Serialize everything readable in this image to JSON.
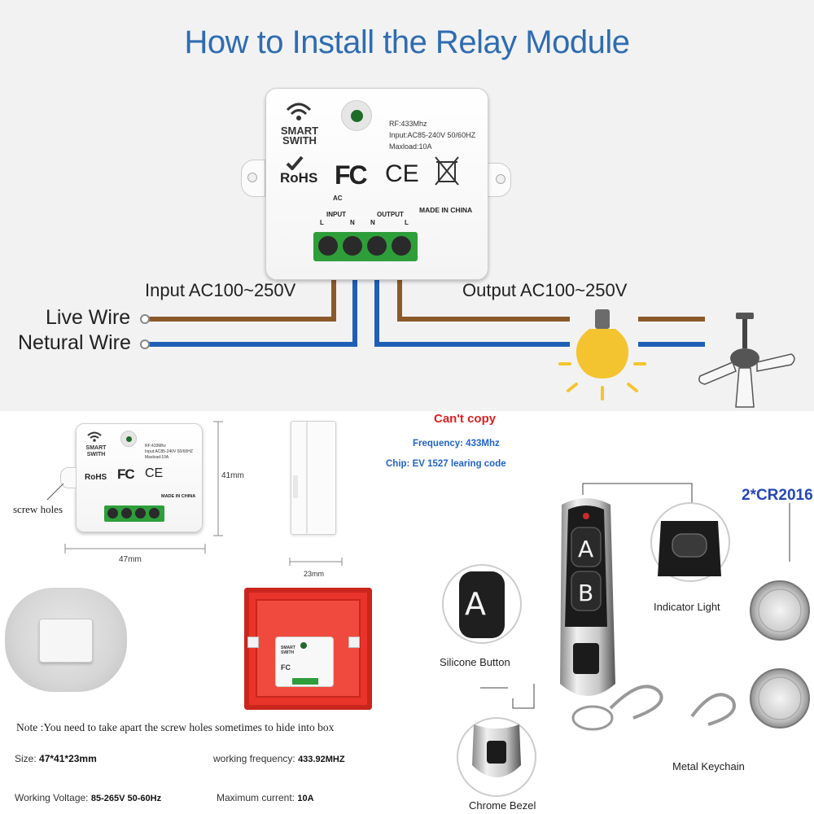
{
  "install": {
    "title": "How to Install the Relay Module",
    "input_label": "Input AC100~250V",
    "output_label": "Output AC100~250V",
    "live_wire": "Live Wire",
    "neutral_wire": "Netural Wire"
  },
  "module": {
    "brand_line1": "SMART",
    "brand_line2": "SWITH",
    "rf": "RF:433Mhz",
    "input_spec": "Input:AC85-240V 50/60HZ",
    "maxload": "Maxload:10A",
    "rohs": "RoHS",
    "fc": "FC",
    "ce": "CE",
    "ac": "AC",
    "input": "INPUT",
    "output": "OUTPUT",
    "made_in": "MADE IN CHINA",
    "terminals": [
      "L",
      "N",
      "N",
      "L"
    ]
  },
  "dimensions": {
    "width": "47mm",
    "height": "41mm",
    "depth": "23mm",
    "screw_holes": "screw holes"
  },
  "info": {
    "cant_copy": "Can't copy",
    "frequency": "Frequency: 433Mhz",
    "chip": "Chip: EV 1527 learing code"
  },
  "remote": {
    "battery": "2*CR2016",
    "button_a": "A",
    "button_b": "B",
    "indicator_light": "Indicator Light",
    "silicone_button": "Silicone Button",
    "chrome_bezel": "Chrome Bezel",
    "metal_keychain": "Metal Keychain"
  },
  "note": "Note :You need to take apart the screw holes sometimes to hide into box",
  "specs": {
    "size_label": "Size:",
    "size_value": "47*41*23mm",
    "freq_label": "working frequency:",
    "freq_value": "433.92MHZ",
    "voltage_label": "Working Voltage:",
    "voltage_value": "85-265V 50-60Hz",
    "current_label": "Maximum current:",
    "current_value": "10A"
  },
  "colors": {
    "title_blue": "#2f6cb0",
    "live_wire": "#8b5a2b",
    "neutral_wire": "#1f5fb5",
    "terminal_green": "#2e9e3a",
    "bulb_yellow": "#f4c430",
    "cant_copy_red": "#e02020",
    "info_blue": "#1f63c9",
    "junction_box_red": "#e8342a"
  }
}
